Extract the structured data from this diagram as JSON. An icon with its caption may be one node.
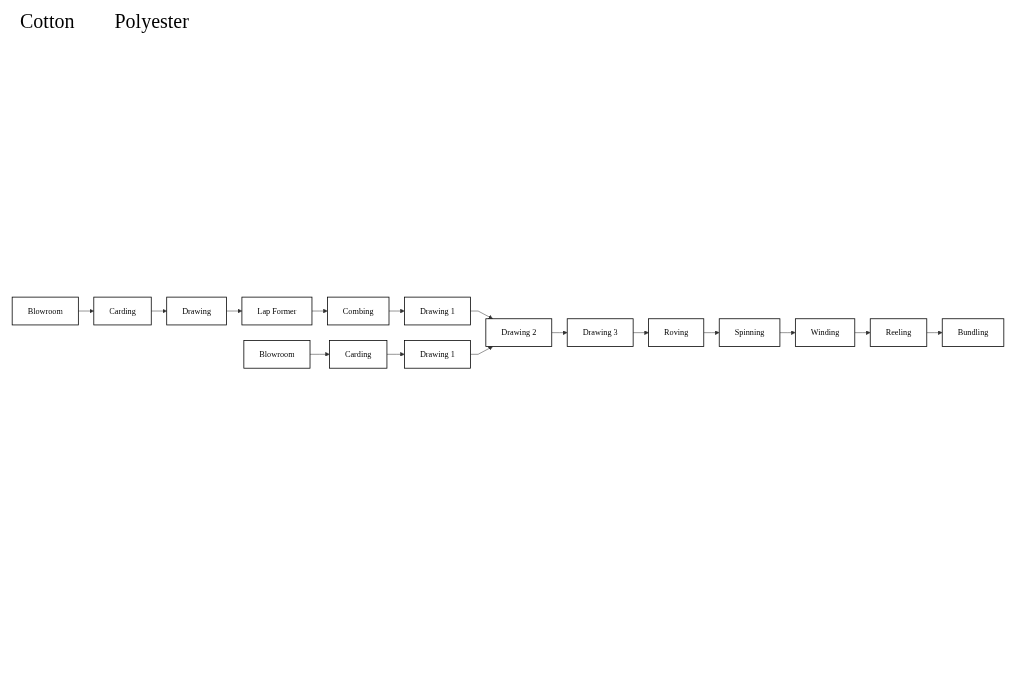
{
  "diagram": {
    "nodes": [
      {
        "text": [
          "Blowroom"
        ]
      },
      {
        "text": [
          "Carding"
        ]
      },
      {
        "text": [
          "Drawing"
        ]
      },
      {
        "text": [
          "Lap Former"
        ]
      },
      {
        "text": [
          "Combing"
        ]
      },
      {
        "text": [
          "Drawing 1"
        ]
      },
      {
        "text": [
          "Blowroom"
        ]
      },
      {
        "text": [
          "Carding"
        ]
      },
      {
        "text": [
          "Drawing 1"
        ]
      },
      {
        "text": [
          "Drawing 2"
        ]
      },
      {
        "text": [
          "Drawing 3"
        ]
      },
      {
        "text": [
          "Roving"
        ]
      },
      {
        "text": [
          "Spinning"
        ]
      },
      {
        "text": [
          "Winding"
        ]
      },
      {
        "text": [
          "Reeling"
        ]
      },
      {
        "text": [
          "Bundling"
        ]
      }
    ],
    "edges": [
      {
        "from": 0,
        "to": 1,
        "arrow": "to"
      },
      {
        "from": 1,
        "to": 2,
        "arrow": "to"
      },
      {
        "from": 2,
        "to": 3,
        "arrow": "to"
      },
      {
        "from": 3,
        "to": 4,
        "arrow": "to"
      },
      {
        "from": 4,
        "to": 5,
        "arrow": "to"
      },
      {
        "from": 6,
        "to": 7,
        "arrow": "to"
      },
      {
        "from": 7,
        "to": 8,
        "arrow": "to"
      },
      {
        "from": 5,
        "to": 9,
        "arrow": "to"
      },
      {
        "from": 8,
        "to": 9,
        "arrow": "to"
      },
      {
        "from": 9,
        "to": 10,
        "arrow": "to"
      },
      {
        "from": 10,
        "to": 11,
        "arrow": "to"
      },
      {
        "from": 11,
        "to": 12,
        "arrow": "to"
      },
      {
        "from": 12,
        "to": 13,
        "arrow": "to"
      },
      {
        "from": 13,
        "to": 14,
        "arrow": "to"
      },
      {
        "from": 14,
        "to": 15,
        "arrow": "to"
      }
    ],
    "labels": [
      "Cotton",
      "Polyester"
    ]
  }
}
